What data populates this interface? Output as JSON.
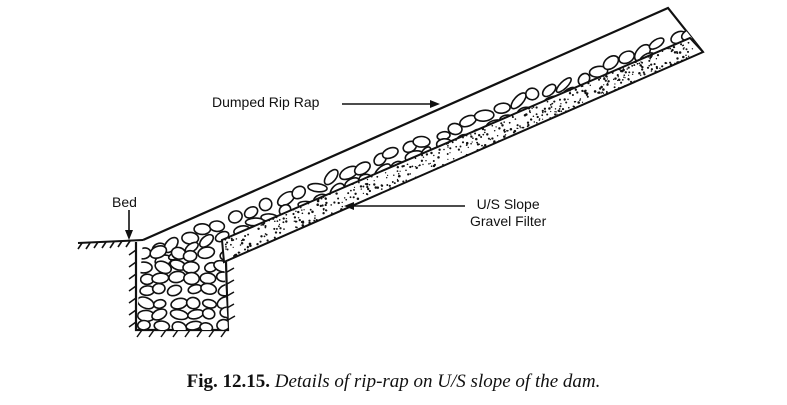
{
  "labels": {
    "rip_rap": "Dumped Rip Rap",
    "bed": "Bed",
    "filter_line1": "U/S Slope",
    "filter_line2": "Gravel Filter"
  },
  "caption": {
    "number": "Fig. 12.15.",
    "text": "Details of rip-rap on U/S slope of the dam."
  },
  "colors": {
    "ink": "#111111",
    "background": "#ffffff"
  }
}
